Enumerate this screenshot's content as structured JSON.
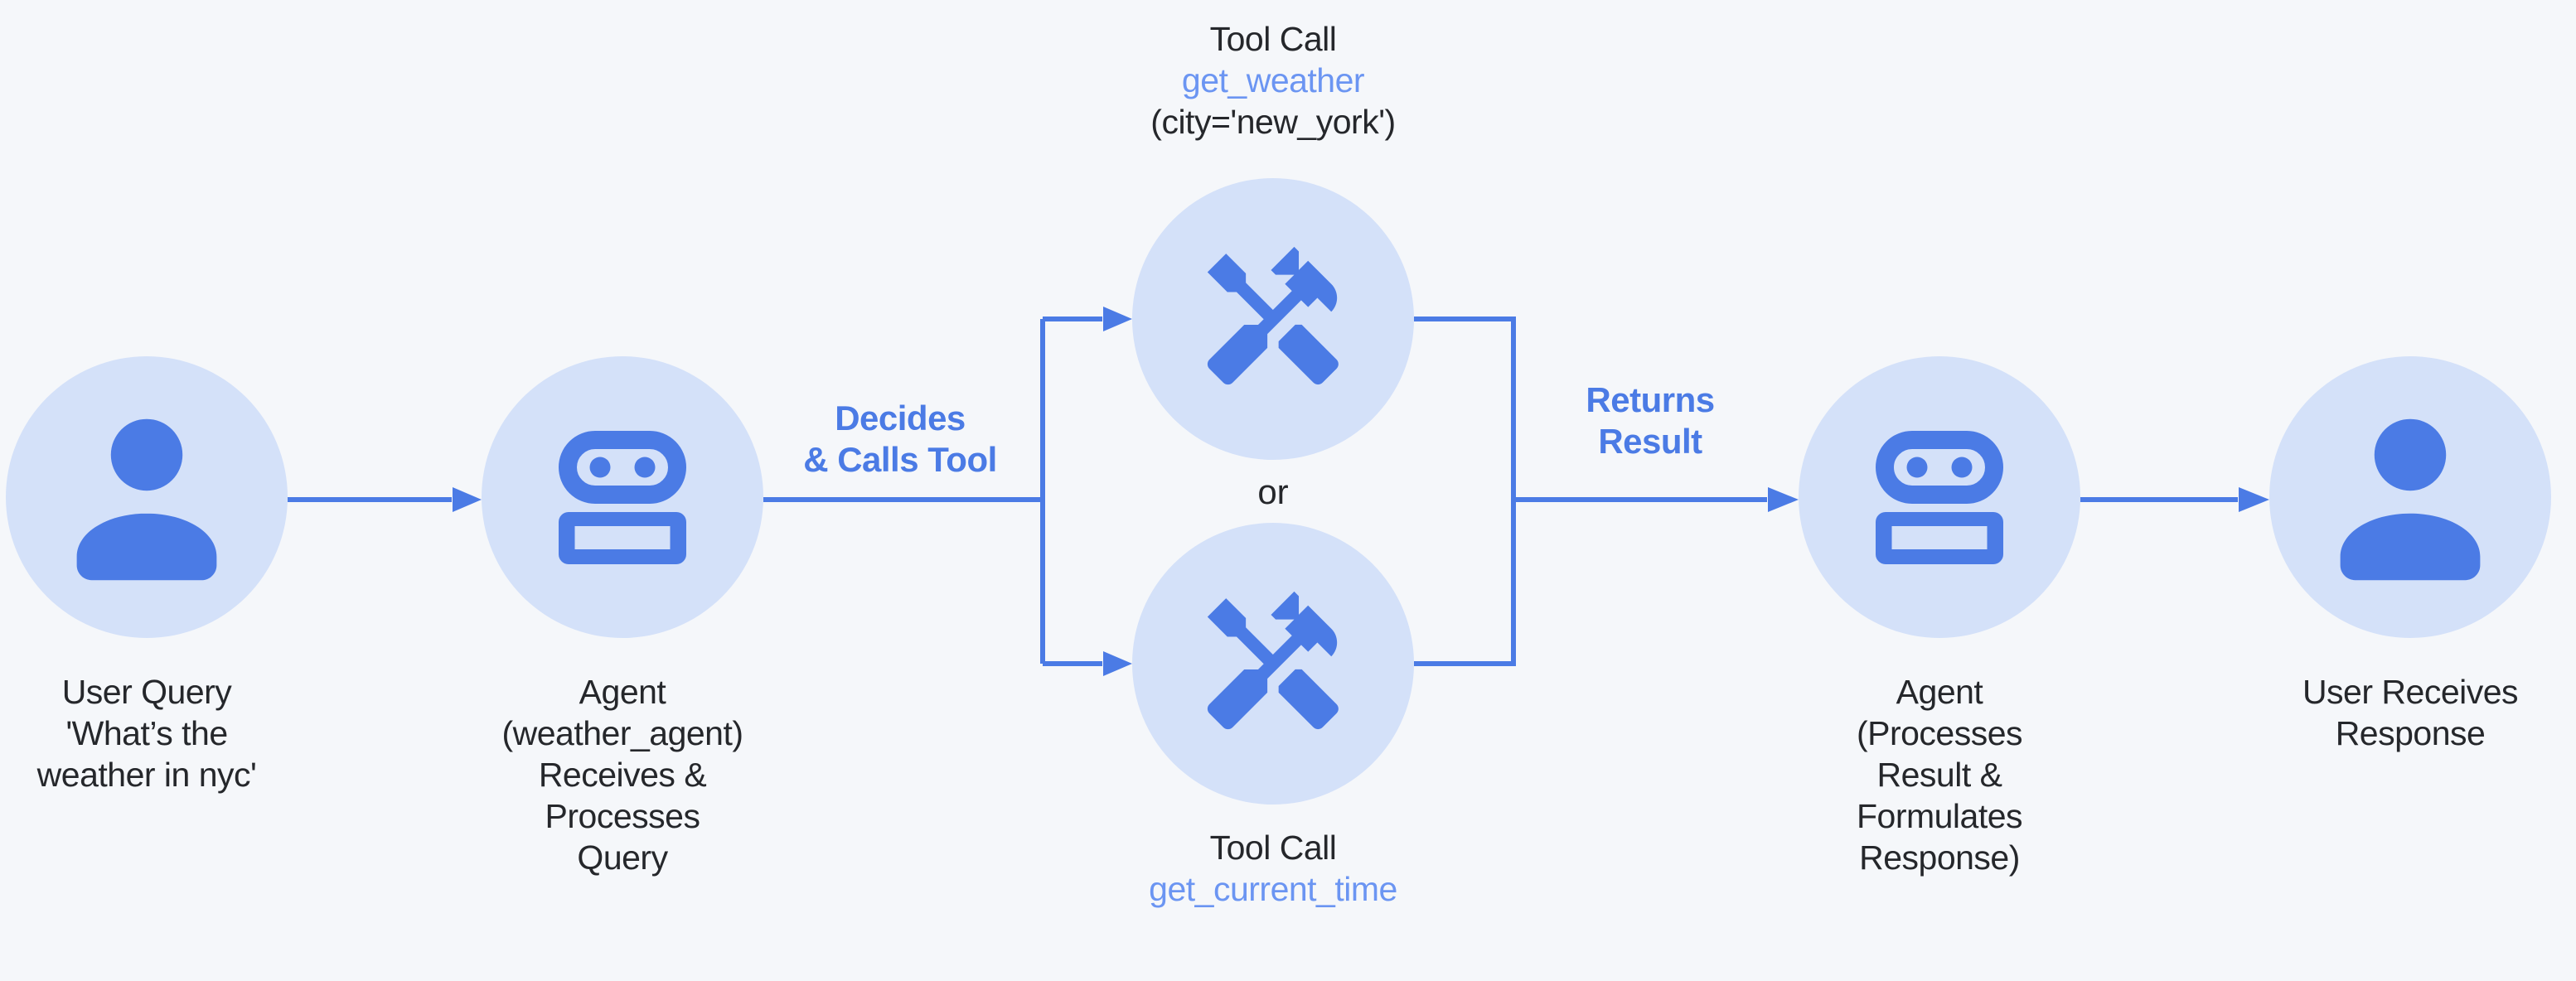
{
  "canvas": {
    "background": "#f5f7fa"
  },
  "colors": {
    "accent": "#4b7be5",
    "accent_light": "#6b95f2",
    "circle_fill": "#d4e1f9",
    "text_dark": "#25272b",
    "bg": "#f5f7fa"
  },
  "nodes": {
    "user_query": {
      "icon": "person-icon",
      "caption": [
        "User Query",
        "'What’s the",
        "weather in nyc'"
      ]
    },
    "agent_in": {
      "icon": "robot-icon",
      "caption": [
        "Agent",
        "(weather_agent)",
        "Receives &",
        "Processes",
        "Query"
      ]
    },
    "tool_weather": {
      "icon": "tools-icon",
      "label": [
        "Tool Call",
        "get_weather",
        "(city='new_york')"
      ]
    },
    "tool_time": {
      "icon": "tools-icon",
      "label": [
        "Tool Call",
        "get_current_time"
      ]
    },
    "agent_out": {
      "icon": "robot-icon",
      "caption": [
        "Agent",
        "(Processes",
        "Result &",
        "Formulates",
        "Response)"
      ]
    },
    "user_response": {
      "icon": "person-icon",
      "caption": [
        "User Receives",
        "Response"
      ]
    }
  },
  "edge_labels": {
    "decides": [
      "Decides",
      "& Calls Tool"
    ],
    "returns": [
      "Returns",
      "Result"
    ],
    "or": "or"
  }
}
